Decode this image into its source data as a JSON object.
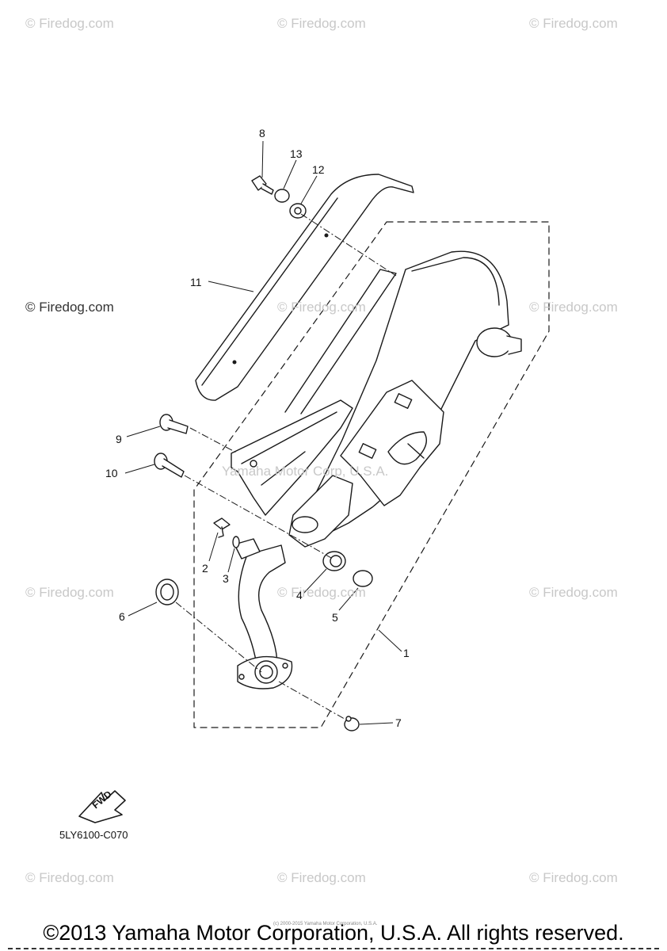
{
  "watermarks": [
    "© Firedog.com",
    "© Firedog.com",
    "© Firedog.com",
    "© Firedog.com",
    "© Firedog.com",
    "© Firedog.com",
    "© Firedog.com",
    "© Firedog.com",
    "© Firedog.com",
    "© Firedog.com",
    "© Firedog.com",
    "© Firedog.com"
  ],
  "center_watermark": "Yamaha Motor Corp, U.S.A.",
  "callouts": [
    "1",
    "2",
    "3",
    "4",
    "5",
    "6",
    "7",
    "8",
    "9",
    "10",
    "11",
    "12",
    "13"
  ],
  "fwd_label": "FWD",
  "diagram_code": "5LY6100-C070",
  "tiny_copyright": "(c) 2000-2015 Yamaha Motor Corporation, U.S.A.",
  "copyright": "©2013 Yamaha Motor Corporation, U.S.A. All rights reserved.",
  "colors": {
    "line": "#1a1a1a",
    "watermark": "#c8c8c8",
    "fill": "#ffffff"
  }
}
